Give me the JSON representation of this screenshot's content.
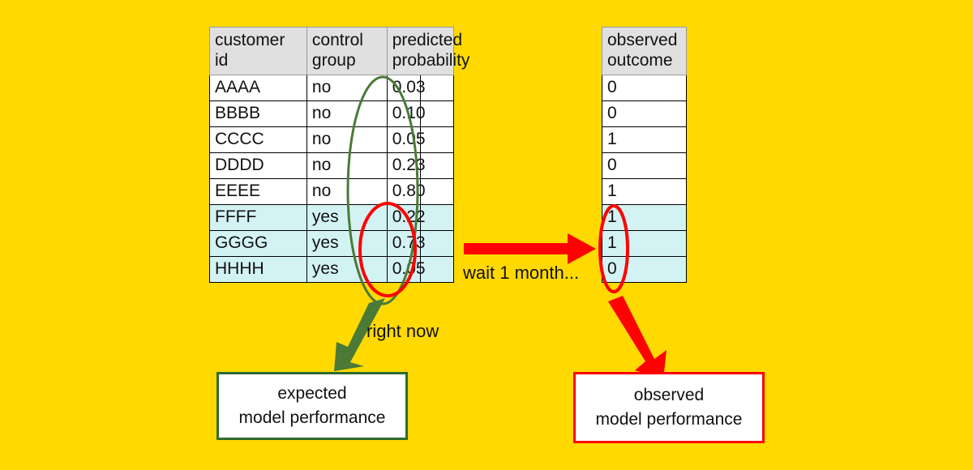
{
  "background_color": "#FFD900",
  "colors": {
    "green": "#2E6B2E",
    "green_arrow": "#4A7A36",
    "red": "#FF0000",
    "header_fill": "#E0E0E0",
    "highlight_row": "#D3F2F4"
  },
  "left_table": {
    "headers": [
      "customer id",
      "control group",
      "predicted probability",
      ""
    ],
    "header_lines": [
      [
        "customer",
        "id"
      ],
      [
        "control",
        "group"
      ],
      [
        "predicted",
        "probability"
      ],
      [
        "",
        ""
      ]
    ],
    "rows": [
      {
        "customer_id": "AAAA",
        "control_group": "no",
        "predicted_probability": "0.03",
        "pad": "",
        "highlight": false
      },
      {
        "customer_id": "BBBB",
        "control_group": "no",
        "predicted_probability": "0.10",
        "pad": "",
        "highlight": false
      },
      {
        "customer_id": "CCCC",
        "control_group": "no",
        "predicted_probability": "0.05",
        "pad": "",
        "highlight": false
      },
      {
        "customer_id": "DDDD",
        "control_group": "no",
        "predicted_probability": "0.23",
        "pad": "",
        "highlight": false
      },
      {
        "customer_id": "EEEE",
        "control_group": "no",
        "predicted_probability": "0.80",
        "pad": "",
        "highlight": false
      },
      {
        "customer_id": "FFFF",
        "control_group": "yes",
        "predicted_probability": "0.22",
        "pad": "",
        "highlight": true
      },
      {
        "customer_id": "GGGG",
        "control_group": "yes",
        "predicted_probability": "0.73",
        "pad": "",
        "highlight": true
      },
      {
        "customer_id": "HHHH",
        "control_group": "yes",
        "predicted_probability": "0.05",
        "pad": "",
        "highlight": true
      }
    ]
  },
  "right_table": {
    "header": "observed outcome",
    "header_lines": [
      "observed",
      "outcome"
    ],
    "rows": [
      {
        "observed_outcome": "0",
        "highlight": false
      },
      {
        "observed_outcome": "0",
        "highlight": false
      },
      {
        "observed_outcome": "1",
        "highlight": false
      },
      {
        "observed_outcome": "0",
        "highlight": false
      },
      {
        "observed_outcome": "1",
        "highlight": false
      },
      {
        "observed_outcome": "1",
        "highlight": true
      },
      {
        "observed_outcome": "1",
        "highlight": true
      },
      {
        "observed_outcome": "0",
        "highlight": true
      }
    ]
  },
  "annotations": {
    "wait_label": "wait 1 month...",
    "right_now_label": "right now"
  },
  "boxes": {
    "expected": {
      "line1": "expected",
      "line2": "model performance"
    },
    "observed": {
      "line1": "observed",
      "line2": "model performance"
    }
  }
}
